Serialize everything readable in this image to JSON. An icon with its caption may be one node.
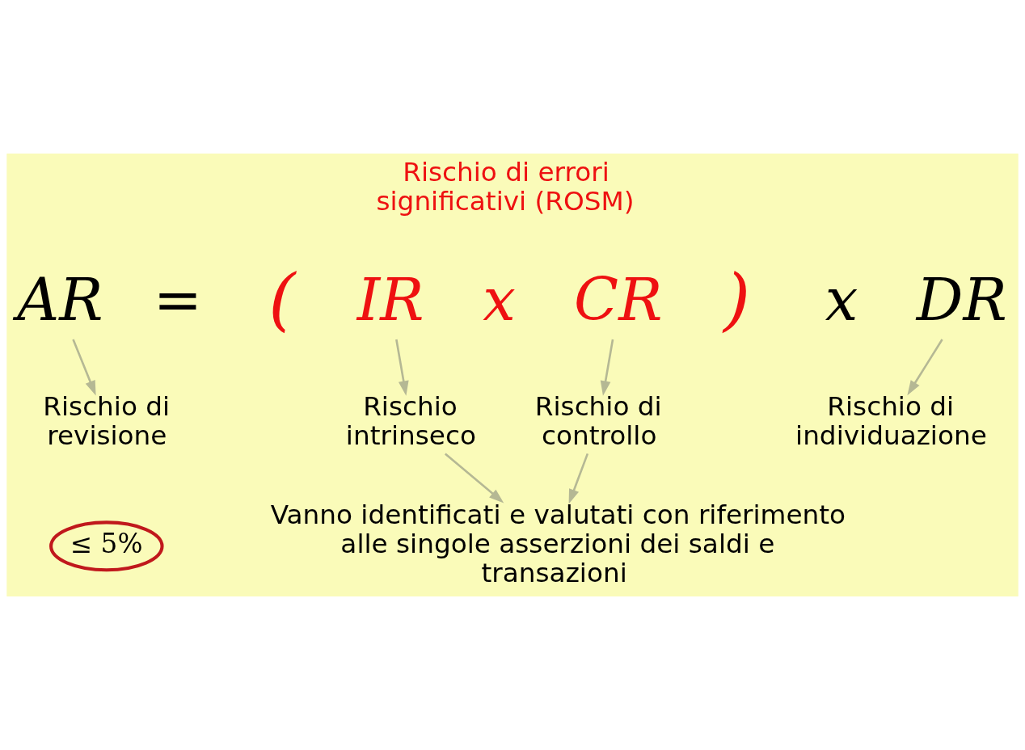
{
  "diagram": {
    "nodes": [
      {
        "text": [
          "AR"
        ]
      },
      {
        "text": [
          "IR"
        ]
      },
      {
        "text": [
          "CR"
        ]
      },
      {
        "text": [
          "DR"
        ]
      },
      {
        "text": [
          "Rischio di revisione"
        ]
      },
      {
        "text": [
          "≤ 5%"
        ]
      },
      {
        "text": [
          "Rischio intrinseco"
        ]
      },
      {
        "text": [
          "Rischio di controllo"
        ]
      },
      {
        "text": [
          "Rischio di individuazione"
        ]
      },
      {
        "text": [
          "Vanno identificati e valutati con riferimento alle singole asserzioni dei saldi e transazioni"
        ]
      }
    ],
    "edges": [
      {
        "from": 0,
        "to": 4,
        "arrow": "to"
      },
      {
        "from": 1,
        "to": 6,
        "arrow": "to"
      },
      {
        "from": 2,
        "to": 7,
        "arrow": "to"
      },
      {
        "from": 3,
        "to": 8,
        "arrow": "to"
      },
      {
        "from": 6,
        "to": 9,
        "arrow": "to"
      },
      {
        "from": 7,
        "to": 9,
        "arrow": "to"
      }
    ],
    "labels": [
      "Rischio di errori significativi (ROSM)",
      "=",
      "(",
      "x",
      ")",
      "x"
    ]
  }
}
